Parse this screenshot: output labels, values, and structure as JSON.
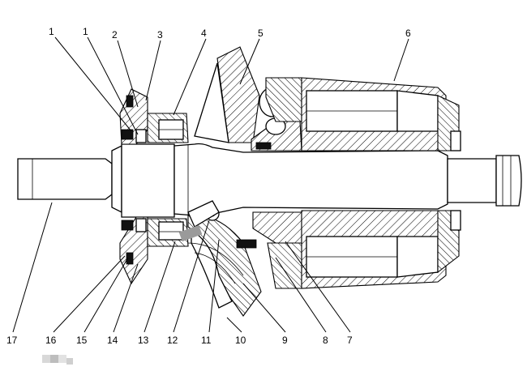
{
  "callouts": [
    {
      "id": "c1a",
      "label": "1"
    },
    {
      "id": "c1b",
      "label": "1"
    },
    {
      "id": "c2",
      "label": "2"
    },
    {
      "id": "c3",
      "label": "3"
    },
    {
      "id": "c4",
      "label": "4"
    },
    {
      "id": "c5",
      "label": "5"
    },
    {
      "id": "c6",
      "label": "6"
    },
    {
      "id": "c7",
      "label": "7"
    },
    {
      "id": "c8",
      "label": "8"
    },
    {
      "id": "c9",
      "label": "9"
    },
    {
      "id": "c10",
      "label": "10"
    },
    {
      "id": "c11",
      "label": "11"
    },
    {
      "id": "c12",
      "label": "12"
    },
    {
      "id": "c13",
      "label": "13"
    },
    {
      "id": "c14",
      "label": "14"
    },
    {
      "id": "c15",
      "label": "15"
    },
    {
      "id": "c16",
      "label": "16"
    },
    {
      "id": "c17",
      "label": "17"
    }
  ]
}
